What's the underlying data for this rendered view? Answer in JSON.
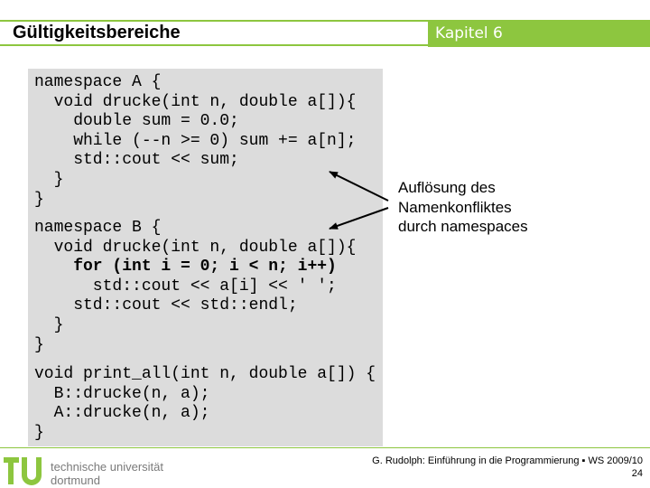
{
  "header": {
    "title": "Gültigkeitsbereiche",
    "chapter": "Kapitel 6"
  },
  "code": {
    "lines": [
      "namespace A {",
      "  void drucke(int n, double a[]){",
      "    double sum = 0.0;",
      "    while (--n >= 0) sum += a[n];",
      "    std::cout << sum;",
      "  }",
      "}",
      "namespace B {",
      "  void drucke(int n, double a[]){",
      "    for (int i = 0; i < n; i++)",
      "      std::cout << a[i] << ' ';",
      "    std::cout << std::endl;",
      "  }",
      "}",
      "void print_all(int n, double a[]) {",
      "  B::drucke(n, a);",
      "  A::drucke(n, a);",
      "}"
    ]
  },
  "annotation": {
    "lines": [
      "Auflösung des",
      "Namenkonfliktes",
      "durch namespaces"
    ]
  },
  "footer": {
    "logo_line1": "technische universität",
    "logo_line2": "dortmund",
    "citation": "G. Rudolph: Einführung in die Programmierung ▪ WS 2009/10",
    "page_number": "24"
  },
  "colors": {
    "accent_green": "#8dc63f",
    "code_background": "#dcdcdc",
    "logo_gray": "#7a7a7a"
  }
}
